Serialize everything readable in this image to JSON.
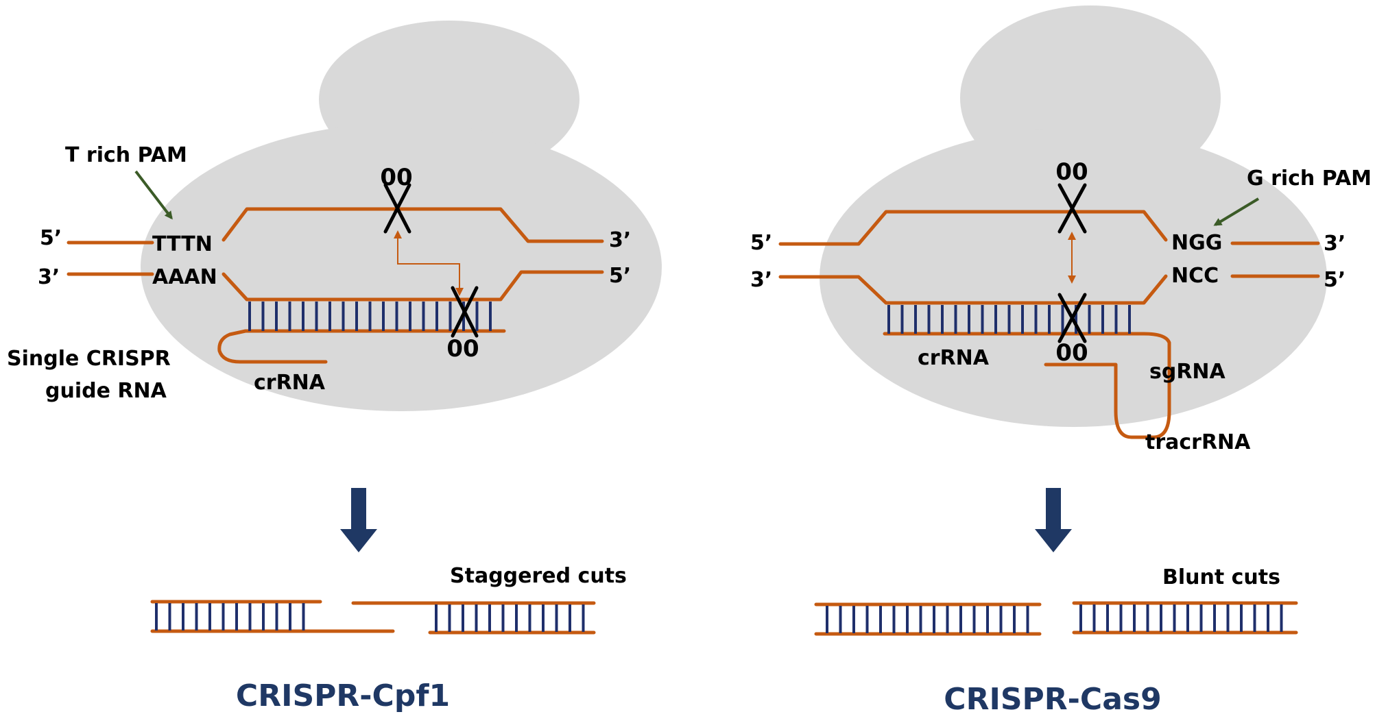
{
  "colors": {
    "protein": "#d9d9d9",
    "strand": "#c55a11",
    "basepair": "#1f2f6b",
    "arrow_green": "#3b5b27",
    "title": "#1f3864",
    "big_arrow": "#1f3864"
  },
  "cpf1": {
    "pam_label": "T rich PAM",
    "five_prime_left": "5’",
    "three_prime_left": "3’",
    "three_prime_right": "3’",
    "five_prime_right": "5’",
    "pam_top": "TTTN",
    "pam_bottom": "AAAN",
    "guide_label_line1": "Single CRISPR",
    "guide_label_line2": "guide RNA",
    "crrna": "crRNA",
    "scissor_top": "00",
    "scissor_bottom": "00",
    "cut_label": "Staggered cuts",
    "title": "CRISPR-Cpf1"
  },
  "cas9": {
    "pam_label": "G rich PAM",
    "five_prime_left": "5’",
    "three_prime_left": "3’",
    "three_prime_right": "3’",
    "five_prime_right": "5’",
    "pam_top": "NGG",
    "pam_bottom": "NCC",
    "crrna": "crRNA",
    "sgrna": "sgRNA",
    "tracrrna": "tracrRNA",
    "scissor_top": "00",
    "scissor_bottom": "00",
    "cut_label": "Blunt cuts",
    "title": "CRISPR-Cas9"
  }
}
